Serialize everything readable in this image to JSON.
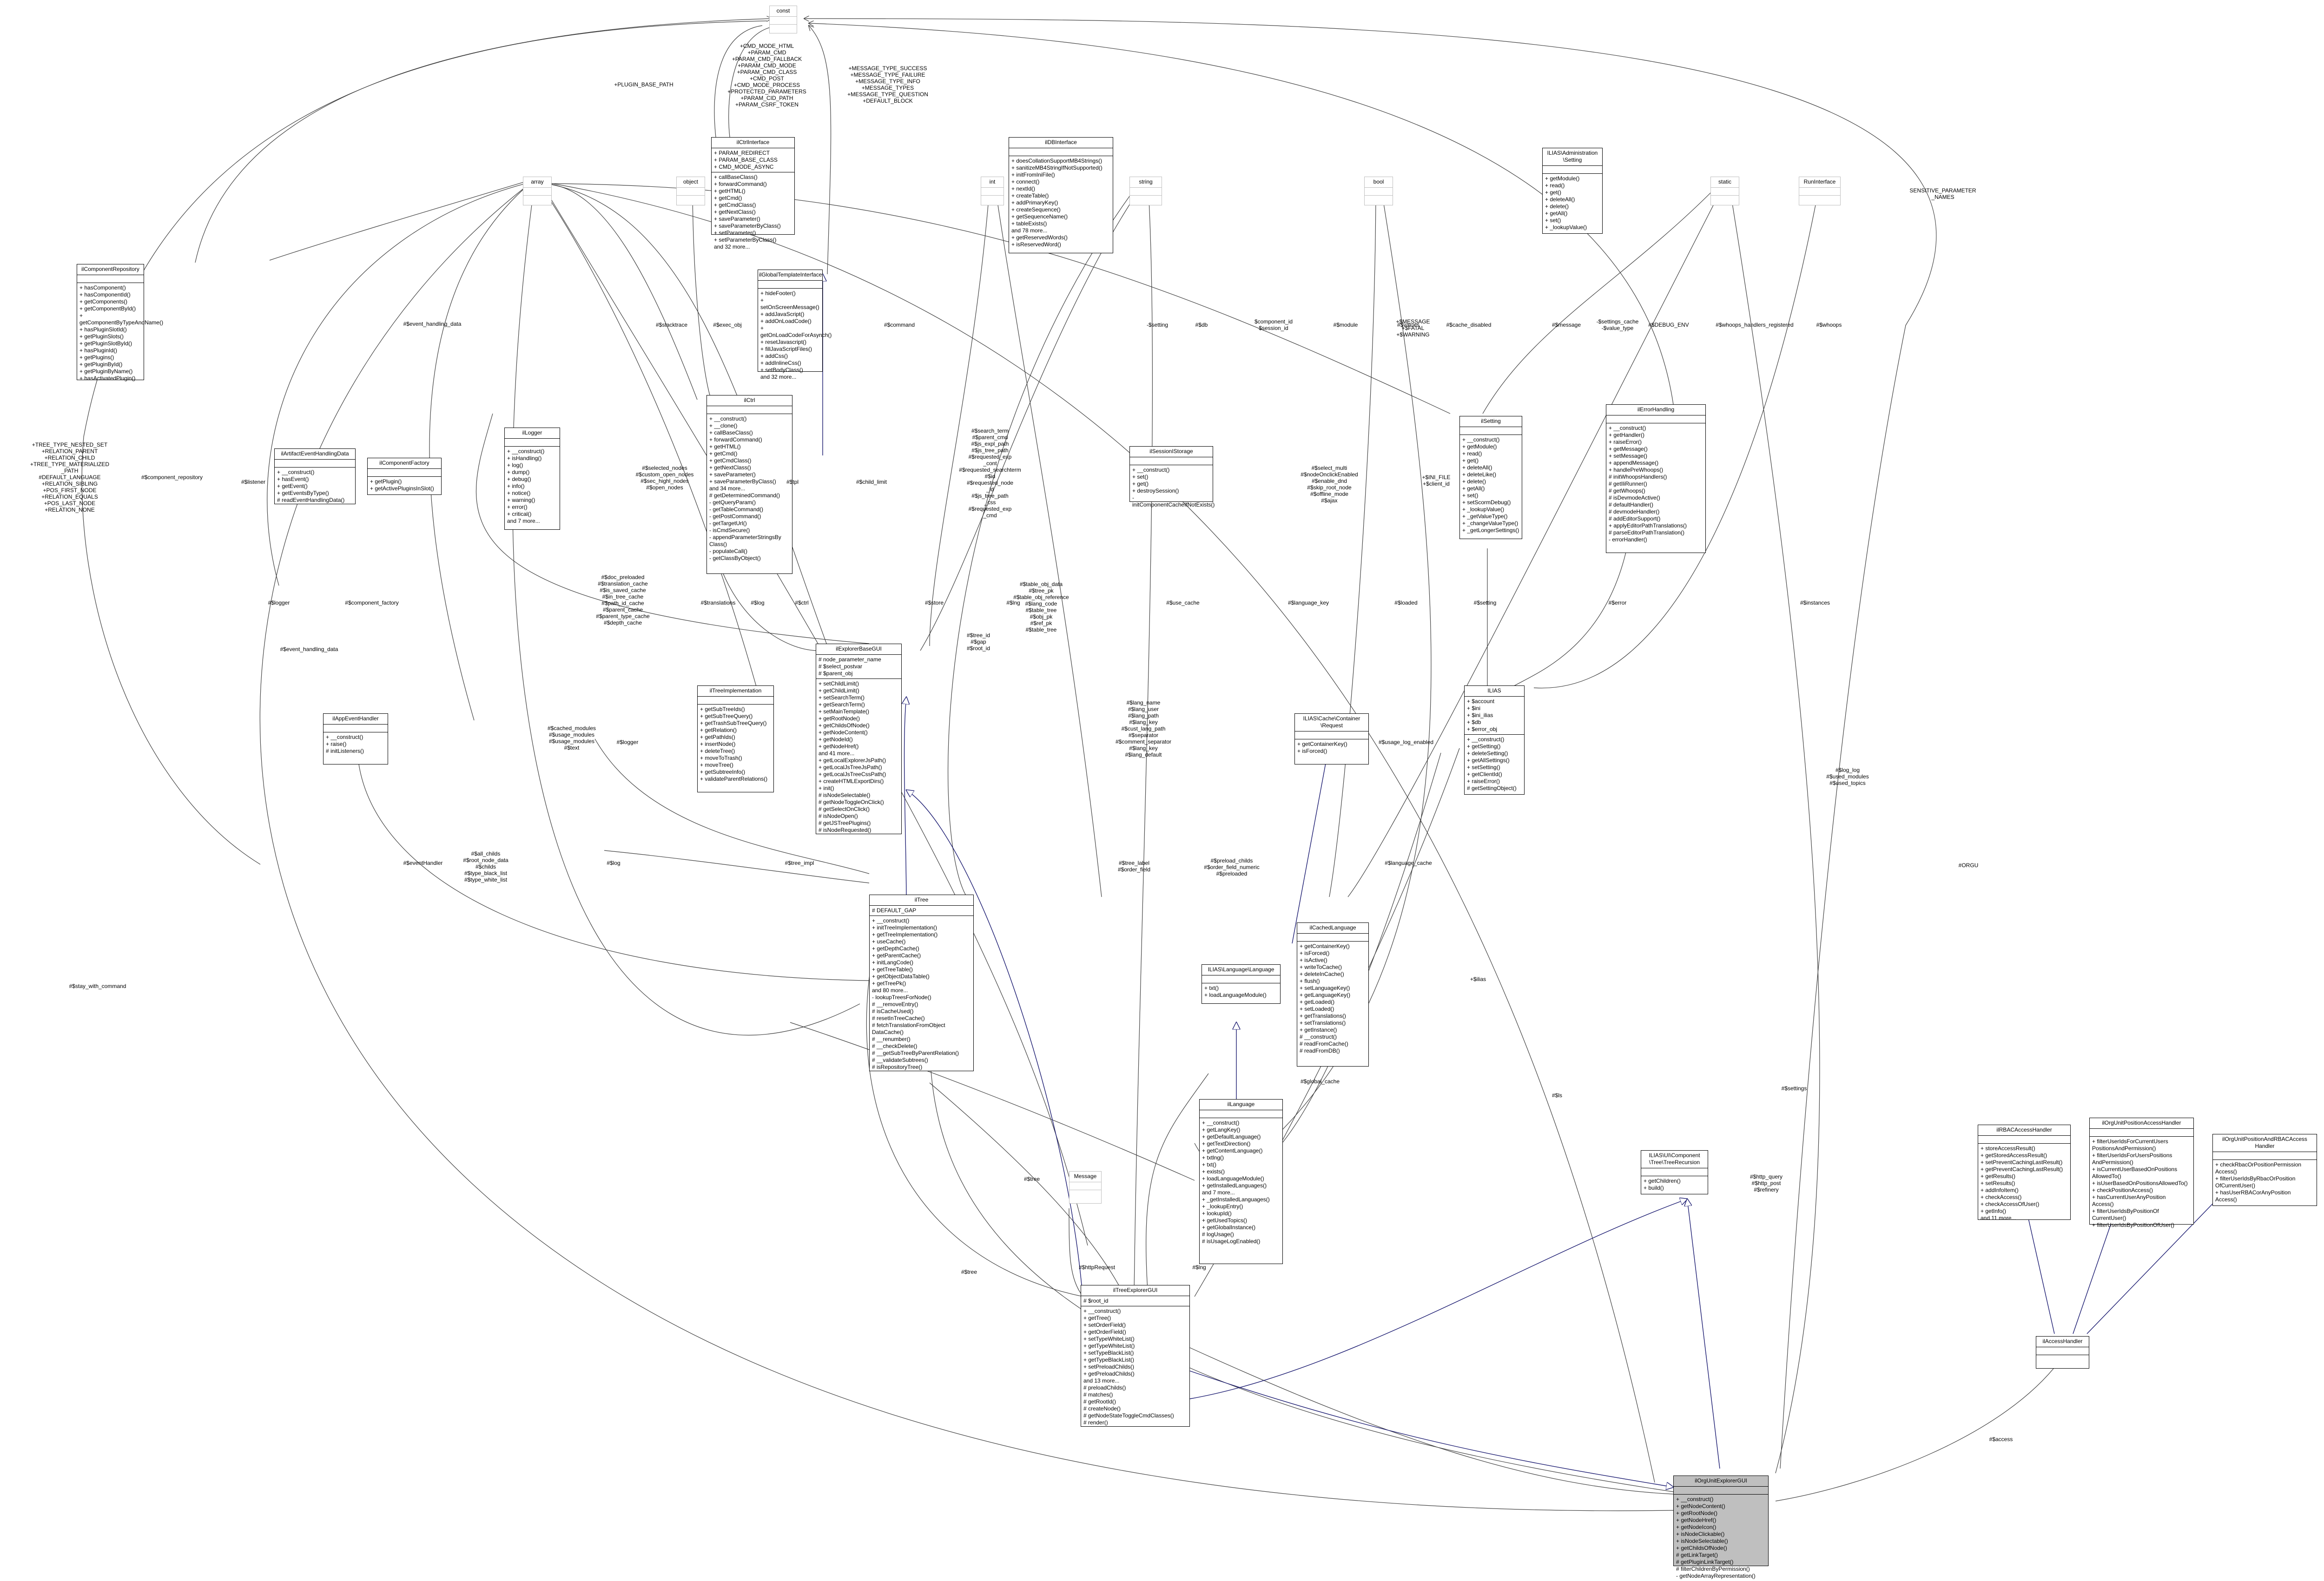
{
  "nodes": {
    "const": {
      "title": "const",
      "attrs": "",
      "ops": ""
    },
    "ilctrl_interface": {
      "title": "ilCtrlInterface",
      "attrs": "+ PARAM_REDIRECT\n+ PARAM_BASE_CLASS\n+ CMD_MODE_ASYNC",
      "ops": "+ callBaseClass()\n+ forwardCommand()\n+ getHTML()\n+ getCmd()\n+ getCmdClass()\n+ getNextClass()\n+ saveParameter()\n+ saveParameterByClass()\n+ setParameter()\n+ setParameterByClass()\nand 32 more..."
    },
    "ildb_interface": {
      "title": "ilDBInterface",
      "attrs": "",
      "ops": "+ doesCollationSupportMB4Strings()\n+ sanitizeMB4StringIfNotSupported()\n+ initFromIniFile()\n+ connect()\n+ nextId()\n+ createTable()\n+ addPrimaryKey()\n+ createSequence()\n+ getSequenceName()\n+ tableExists()\nand 78 more...\n+ getReservedWords()\n+ isReservedWord()"
    },
    "admin_setting": {
      "title": "ILIAS\\Administration\n\\Setting",
      "attrs": "",
      "ops": "+ getModule()\n+ read()\n+ get()\n+ deleteAll()\n+ delete()\n+ getAll()\n+ set()\n+ _lookupValue()"
    },
    "array": {
      "title": "array",
      "attrs": "",
      "ops": ""
    },
    "object": {
      "title": "object",
      "attrs": "",
      "ops": ""
    },
    "int": {
      "title": "int",
      "attrs": "",
      "ops": ""
    },
    "string": {
      "title": "string",
      "attrs": "",
      "ops": ""
    },
    "bool": {
      "title": "bool",
      "attrs": "",
      "ops": ""
    },
    "static": {
      "title": "static",
      "attrs": "",
      "ops": ""
    },
    "run_interface": {
      "title": "RunInterface",
      "attrs": "",
      "ops": ""
    },
    "ilcomponent_repository": {
      "title": "ilComponentRepository",
      "attrs": "",
      "ops": "+ hasComponent()\n+ hasComponentId()\n+ getComponents()\n+ getComponentById()\n+ getComponentByTypeAndName()\n+ hasPluginSlotId()\n+ getPluginSlots()\n+ getPluginSlotById()\n+ hasPluginId()\n+ getPlugins()\n+ getPluginById()\n+ getPluginByName()\n+ hasActivatedPlugin()"
    },
    "ilglobal_template_interface": {
      "title": "ilGlobalTemplateInterface",
      "attrs": "",
      "ops": "+ hideFooter()\n+ setOnScreenMessage()\n+ addJavaScript()\n+ addOnLoadCode()\n+ getOnLoadCodeForAsynch()\n+ resetJavascript()\n+ fillJavaScriptFiles()\n+ addCss()\n+ addInlineCss()\n+ setBodyClass()\nand 32 more..."
    },
    "ilctrl": {
      "title": "ilCtrl",
      "attrs": "",
      "ops": "+ __construct()\n+ __clone()\n+ callBaseClass()\n+ forwardCommand()\n+ getHTML()\n+ getCmd()\n+ getCmdClass()\n+ getNextClass()\n+ saveParameter()\n+ saveParameterByClass()\nand 34 more...\n# getDeterminedCommand()\n- getQueryParam()\n- getTableCommand()\n- getPostCommand()\n- getTargetUrl()\n- isCmdSecure()\n- appendParameterStringsBy\nClass()\n- populateCall()\n- getClassByObject()"
    },
    "ilsession_istorage": {
      "title": "ilSessionIStorage",
      "attrs": "",
      "ops": "+ __construct()\n+ set()\n+ get()\n+ destroySession()\n- initComponentCacheIfNotExists()"
    },
    "ilsetting": {
      "title": "ilSetting",
      "attrs": "",
      "ops": "+ __construct()\n+ getModule()\n+ read()\n+ get()\n+ deleteAll()\n+ deleteLike()\n+ delete()\n+ getAll()\n+ set()\n+ setScormDebug()\n+ _lookupValue()\n+ _getValueType()\n+ _changeValueType()\n+ _getLongerSettings()"
    },
    "ilerrorhandling": {
      "title": "ilErrorHandling",
      "attrs": "",
      "ops": "+ __construct()\n+ getHandler()\n+ raiseError()\n+ getMessage()\n+ setMessage()\n+ appendMessage()\n+ handlePreWhoops()\n# initWhoopsHandlers()\n# getIliRunner()\n# getWhoops()\n# isDevmodeActive()\n# defaultHandler()\n# devmodeHandler()\n# addEditorSupport()\n+ applyEditorPathTranslations()\n# parseEditorPathTranslation()\n- errorHandler()"
    },
    "ilartifact_event_handling_data": {
      "title": "ilArtifactEventHandlingData",
      "attrs": "",
      "ops": "+ __construct()\n+ hasEvent()\n+ getEvent()\n+ getEventsByType()\n# readEventHandlingData()"
    },
    "ilcomponent_factory": {
      "title": "ilComponentFactory",
      "attrs": "",
      "ops": "+ getPlugin()\n+ getActivePluginsInSlot()"
    },
    "illogger": {
      "title": "ilLogger",
      "attrs": "",
      "ops": "+ __construct()\n+ isHandling()\n+ log()\n+ dump()\n+ debug()\n+ info()\n+ notice()\n+ warning()\n+ error()\n+ critical()\nand 7 more..."
    },
    "ilapp_event_handler": {
      "title": "ilAppEventHandler",
      "attrs": "",
      "ops": "+ __construct()\n+ raise()\n# initListeners()"
    },
    "ilexplorer_base_gui": {
      "title": "ilExplorerBaseGUI",
      "attrs": "# node_parameter_name\n# $select_postvar\n# $parent_obj",
      "ops": "+ setChildLimit()\n+ getChildLimit()\n+ setSearchTerm()\n+ getSearchTerm()\n+ setMainTemplate()\n+ getRootNode()\n+ getChildsOfNode()\n+ getNodeContent()\n+ getNodeId()\n+ getNodeHref()\nand 41 more...\n+ getLocalExplorerJsPath()\n+ getLocalJsTreeJsPath()\n+ getLocalJsTreeCssPath()\n+ createHTMLExportDirs()\n+ init()\n# isNodeSelectable()\n# getNodeToggleOnClick()\n# getSelectOnClick()\n# isNodeOpen()\n# getJSTreePlugins()\n# isNodeRequested()"
    },
    "iltree_implementation": {
      "title": "ilTreeImplementation",
      "attrs": "",
      "ops": "+ getSubTreeIds()\n+ getSubTreeQuery()\n+ getTrashSubTreeQuery()\n+ getRelation()\n+ getPathIds()\n+ insertNode()\n+ deleteTree()\n+ moveToTrash()\n+ moveTree()\n+ getSubtreeInfo()\n+ validateParentRelations()"
    },
    "ilias": {
      "title": "ILIAS",
      "attrs": "+ $account\n+ $ini\n+ $ini_ilias\n+ $db\n+ $error_obj",
      "ops": "+ __construct()\n+ getSetting()\n+ deleteSetting()\n+ getAllSettings()\n+ setSetting()\n+ getClientId()\n+ raiseError()\n# getSettingObject()"
    },
    "cache_container_request": {
      "title": "ILIAS\\Cache\\Container\n\\Request",
      "attrs": "",
      "ops": "+ getContainerKey()\n+ isForced()"
    },
    "iltree": {
      "title": "ilTree",
      "attrs": "# DEFAULT_GAP",
      "ops": "+ __construct()\n+ initTreeImplementation()\n+ getTreeImplementation()\n+ useCache()\n+ getDepthCache()\n+ getParentCache()\n+ initLangCode()\n+ getTreeTable()\n+ getObjectDataTable()\n+ getTreePk()\nand 80 more...\n- lookupTreesForNode()\n# __removeEntry()\n# isCacheUsed()\n# resetInTreeCache()\n# fetchTranslationFromObject\nDataCache()\n# __renumber()\n# __checkDelete()\n# __getSubTreeByParentRelation()\n# __validateSubtrees()\n# isRepositoryTree()"
    },
    "ilcached_language": {
      "title": "ilCachedLanguage",
      "attrs": "",
      "ops": "+ getContainerKey()\n+ isForced()\n+ isActive()\n+ writeToCache()\n+ deleteInCache()\n+ flush()\n+ setLanguageKey()\n+ getLanguageKey()\n+ getLoaded()\n+ setLoaded()\n+ getTranslations()\n+ setTranslations()\n+ getInstance()\n# __construct()\n# readFromCache()\n# readFromDB()"
    },
    "language_language": {
      "title": "ILIAS\\Language\\Language",
      "attrs": "",
      "ops": "+ txt()\n+ loadLanguageModule()"
    },
    "illanguage": {
      "title": "ilLanguage",
      "attrs": "",
      "ops": "+ __construct()\n+ getLangKey()\n+ getDefaultLanguage()\n+ getTextDirection()\n+ getContentLanguage()\n+ txtlng()\n+ txt()\n+ exists()\n+ loadLanguageModule()\n+ getInstalledLanguages()\nand 7 more...\n+ _getInstalledLanguages()\n+ _lookupEntry()\n+ lookupId()\n+ getUsedTopics()\n+ getGlobalInstance()\n# logUsage()\n# isUsageLogEnabled()"
    },
    "message": {
      "title": "Message",
      "attrs": "",
      "ops": ""
    },
    "tree_recursion": {
      "title": "ILIAS\\UI\\Component\n\\Tree\\TreeRecursion",
      "attrs": "",
      "ops": "+ getChildren()\n+ build()"
    },
    "iltree_explorer_gui": {
      "title": "ilTreeExplorerGUI",
      "attrs": "# $root_id",
      "ops": "+ __construct()\n+ getTree()\n+ setOrderField()\n+ getOrderField()\n+ setTypeWhiteList()\n+ getTypeWhiteList()\n+ setTypeBlackList()\n+ getTypeBlackList()\n+ setPreloadChilds()\n+ getPreloadChilds()\nand 13 more...\n# preloadChilds()\n# matches()\n# getRootId()\n# createNode()\n# getNodeStateToggleCmdClasses()\n# render()"
    },
    "ilrbac_access_handler": {
      "title": "ilRBACAccessHandler",
      "attrs": "",
      "ops": "+ storeAccessResult()\n+ getStoredAccessResult()\n+ setPreventCachingLastResult()\n+ getPreventCachingLastResult()\n+ getResults()\n+ setResults()\n+ addInfoItem()\n+ checkAccess()\n+ checkAccessOfUser()\n+ getInfo()\nand 11 more..."
    },
    "ilorgunit_position_access_handler": {
      "title": "ilOrgUnitPositionAccessHandler",
      "attrs": "",
      "ops": "+ filterUserIdsForCurrentUsers\nPositionsAndPermission()\n+ filterUserIdsForUsersPositions\nAndPermission()\n+ isCurrentUserBasedOnPositions\nAllowedTo()\n+ isUserBasedOnPositionsAllowedTo()\n+ checkPositionAccess()\n+ hasCurrentUserAnyPosition\nAccess()\n+ filterUserIdsByPositionOf\nCurrentUser()\n+ filterUserIdsByPositionOfUser()"
    },
    "ilorgunit_position_and_rbac_access_handler": {
      "title": "ilOrgUnitPositionAndRBACAccess\nHandler",
      "attrs": "",
      "ops": "+ checkRbacOrPositionPermission\nAccess()\n+ filterUserIdsByRbacOrPosition\nOfCurrentUser()\n+ hasUserRBACorAnyPosition\nAccess()"
    },
    "ilaccess_handler": {
      "title": "ilAccessHandler",
      "attrs": "",
      "ops": ""
    },
    "ilorgunit_explorer_gui": {
      "title": "ilOrgUnitExplorerGUI",
      "attrs": "",
      "ops": "+ __construct()\n+ getNodeContent()\n+ getRootNode()\n+ getNodeHref()\n+ getNodeIcon()\n+ isNodeClickable()\n+ isNodeSelectable()\n+ getChildsOfNode()\n# getLinkTarget()\n# getPluginLinkTarget()\n# filterChildrenByPermission()\n- getNodeArrayRepresentation()"
    }
  },
  "labels": {
    "l_const_ctrl": "+CMD_MODE_HTML\n+PARAM_CMD\n+PARAM_CMD_FALLBACK\n+PARAM_CMD_MODE\n+PARAM_CMD_CLASS\n+CMD_POST\n+CMD_MODE_PROCESS\n+PROTECTED_PARAMETERS\n+PARAM_CID_PATH\n+PARAM_CSRF_TOKEN",
    "l_const_gtpl": "+MESSAGE_TYPE_SUCCESS\n+MESSAGE_TYPE_FAILURE\n+MESSAGE_TYPE_INFO\n+MESSAGE_TYPES\n+MESSAGE_TYPE_QUESTION\n+DEFAULT_BLOCK",
    "l_plugin_base_path": "+PLUGIN_BASE_PATH",
    "l_tree_consts": "+TREE_TYPE_NESTED_SET\n+RELATION_PARENT\n+RELATION_CHILD\n+TREE_TYPE_MATERIALIZED\n_PATH\n#DEFAULT_LANGUAGE\n+RELATION_SIBLING\n+POS_FIRST_NODE\n+RELATION_EQUALS\n+POS_LAST_NODE\n+RELATION_NONE",
    "l_sensitive": "SENSITIVE_PARAMETER\n_NAMES",
    "l_event_handling_data": "#$event_handling_data",
    "l_backtrace": "#$stacktrace",
    "l_exec_obj": "#$exec_obj",
    "l_command": "#$command",
    "l_setting": "-$setting",
    "l_db": "#$db",
    "l_component_session": "$component_id\n$session_id",
    "l_module": "#$module",
    "l_values": "#$values",
    "l_cache_disabled": "#$cache_disabled",
    "l_ms_fatal_warning": "+$MESSAGE\n+$FATAL\n+$WARNING",
    "l_message": "#$message",
    "l_settings_cache": "-$settings_cache\n-$value_type",
    "l_debug_env": "#$DEBUG_ENV",
    "l_whoops_handlers": "#$whoops_handlers_registered",
    "l_whoops": "#$whoops",
    "l_component_repository": "#$component_repository",
    "l_listener": "#$listener",
    "l_selected_nodes": "#$selected_nodes\n#$custom_open_nodes\n#$sec_highl_nodes\n#$open_nodes",
    "l_tpl": "#$tpl",
    "l_child_limit": "#$child_limit",
    "l_search_term": "#$search_term\n#$parent_cmd\n#$js_expl_path\n#$js_tree_path\n#$requested_exp\n_cont\n#$requested_searchterm\n#$id\n#$requested_node\n_id\n#$js_tree_path\n_css\n#$requested_exp\n_cmd",
    "l_ini_file": "+$INI_FILE\n+$client_id",
    "l_select_multi": "#$select_multi\n#$nodeOnclickEnabled\n#$enable_dnd\n#$skip_root_node\n#$offline_mode\n#$ajax",
    "l_doc_preloaded": "#$doc_preloaded\n#$translation_cache\n#$is_saved_cache\n#$in_tree_cache\n#$path_id_cache\n#$parent_cache\n#$parent_type_cache\n#$depth_cache",
    "l_translations": "#$translations",
    "l_log": "#$log",
    "l_ctrl": "#$ctrl",
    "l_store": "#$store",
    "l_lng": "#$lng",
    "l_table_obj_data": "#$table_obj_data\n#$tree_pk\n#$table_obj_reference\n#$lang_code\n#$table_tree\n#$obj_pk\n#$ref_pk\n#$table_tree",
    "l_tree_id": "#$tree_id\n#$gap\n#$root_id",
    "l_use_cache": "#$use_cache",
    "l_language_key": "#$language_key",
    "l_loaded": "#$loaded",
    "l_setting2": "#$setting",
    "l_error": "#$error",
    "l_logger": "#$logger",
    "l_component_factory": "#$component_factory",
    "l_event_handling_data2": "#$event_handling_data",
    "l_cached_modules": "#$cached_modules\n#$usage_modules\n#$usage_modules\n#$text",
    "l_logger2": "#$logger",
    "l_lang_name": "#$lang_name\n#$lang_user\n#$lang_path\n#$lang_key\n#$cust_lang_path\n#$separator\n#$comment_separator\n#$lang_key\n#$lang_default",
    "l_usage_log": "#$usage_log_enabled",
    "l_instances": "#$instances",
    "l_log_topics": "#$log_log\n#$used_modules\n#$used_topics",
    "l_tree_impl": "#$tree_impl",
    "l_all_childs": "#$all_childs\n#$root_node_data\n#$childs\n#$type_black_list\n#$type_white_list",
    "l_event_handler": "#$eventHandler",
    "l_log2": "#$log",
    "l_tree_label": "#$tree_label\n#$order_field",
    "l_preload_childs": "#$preload_childs\n#$order_field_numeric\n#$preloaded",
    "l_language_cache": "#$language_cache",
    "l_ilias": "+$ilias",
    "l_global_cache": "#$global_cache",
    "l_ls": "#$ls",
    "l_http_query": "#$http_query\n#$http_post\n#$refinery",
    "l_settings": "#$settings",
    "l_orgu": "#ORGU",
    "l_stay_with_command": "#$stay_with_command",
    "l_tree": "#$tree",
    "l_http_request": "#$httpRequest",
    "l_lng2": "#$lng",
    "l_tree2": "#$tree",
    "l_access": "#$access"
  }
}
